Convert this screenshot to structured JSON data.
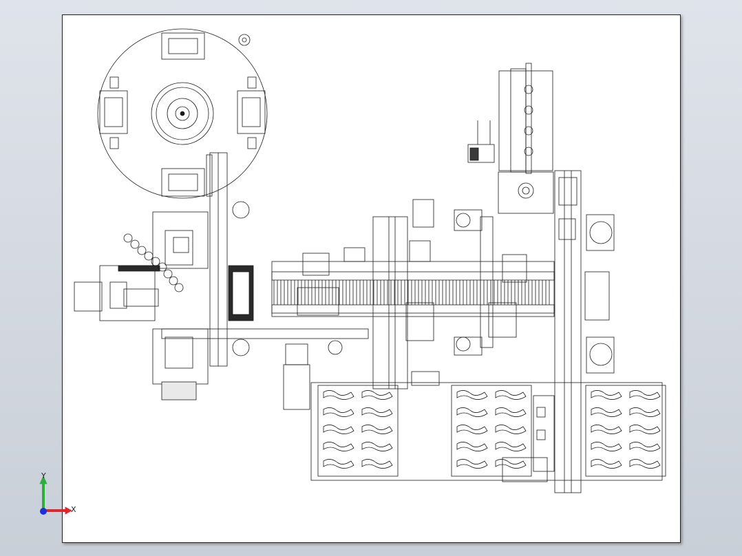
{
  "viewport": {
    "triad": {
      "x_label": "X",
      "y_label": "Y",
      "x_color": "#e0262a",
      "y_color": "#2fae3c",
      "origin_color": "#1c2fd9"
    }
  },
  "drawing": {
    "line_color": "#1a1a1a",
    "tray_rows": 5,
    "tray_cols": 2,
    "tray_count": 3
  }
}
